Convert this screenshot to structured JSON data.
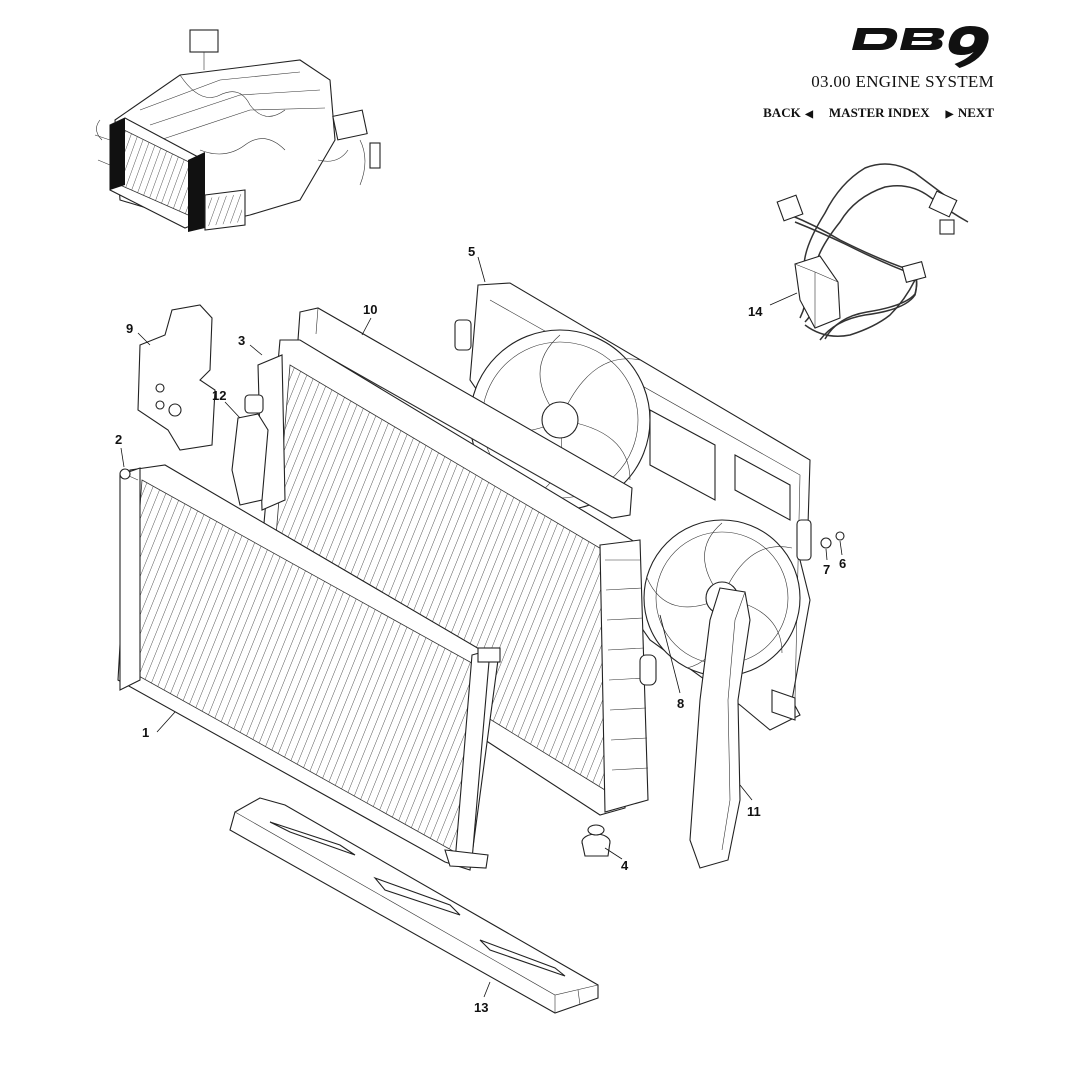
{
  "header": {
    "logo_text": "DB 9",
    "section_title": "03.00 ENGINE SYSTEM",
    "nav": {
      "back_label": "BACK",
      "master_index_label": "MASTER INDEX",
      "next_label": "NEXT"
    }
  },
  "callouts": {
    "c1": "1",
    "c2": "2",
    "c3": "3",
    "c4": "4",
    "c5": "5",
    "c6": "6",
    "c7": "7",
    "c8": "8",
    "c9": "9",
    "c10": "10",
    "c11": "11",
    "c12": "12",
    "c13": "13",
    "c14": "14"
  },
  "icons": [
    "back-arrow-icon",
    "next-arrow-icon"
  ],
  "colors": {
    "line": "#222222",
    "background": "#ffffff"
  }
}
